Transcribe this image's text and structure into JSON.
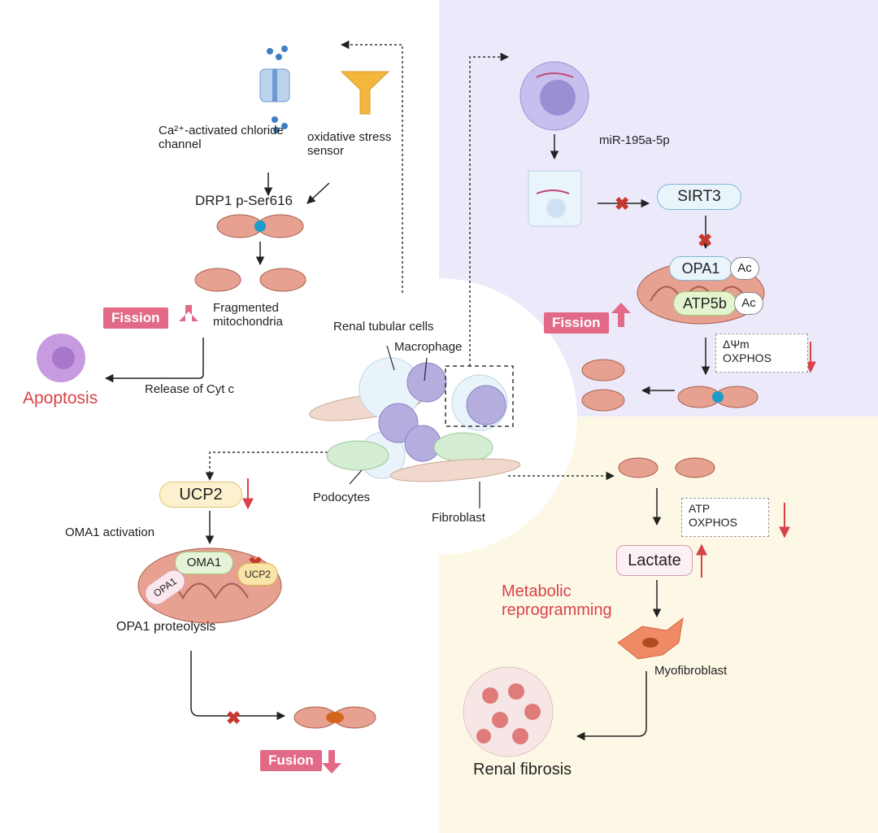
{
  "top_left": {
    "channel_label": "Ca²⁺-activated chloride channel",
    "sensor_label": "oxidative stress sensor",
    "drp1_label": "DRP1 p-Ser616",
    "fragmented_label": "Fragmented mitochondria",
    "fission_badge": "Fission",
    "release_label": "Release of Cyt c",
    "apoptosis_label": "Apoptosis"
  },
  "top_right": {
    "mir_label": "miR-195a-5p",
    "sirt3_label": "SIRT3",
    "opa1_label": "OPA1",
    "atp5b_label": "ATP5b",
    "ac_label": "Ac",
    "fission_badge": "Fission",
    "delta_psi": "ΔΨm",
    "oxphos": "OXPHOS"
  },
  "center": {
    "renal_tubular": "Renal tubular cells",
    "macrophage": "Macrophage",
    "podocytes": "Podocytes",
    "fibroblast": "Fibroblast"
  },
  "bottom_left": {
    "ucp2_label": "UCP2",
    "oma1_activation": "OMA1 activation",
    "oma1_label": "OMA1",
    "opa1_label": "OPA1",
    "ucp2_small": "UCP2",
    "proteolysis": "OPA1  proteolysis",
    "fusion_badge": "Fusion"
  },
  "bottom_right": {
    "atp": "ATP",
    "oxphos": "OXPHOS",
    "lactate": "Lactate",
    "metabolic": "Metabolic reprogramming",
    "myofibroblast": "Myofibroblast",
    "renal_fibrosis": "Renal fibrosis"
  },
  "colors": {
    "purple_bg": "#ece9fb",
    "yellow_bg": "#fdf8e6",
    "pink_badge": "#e26a87",
    "red_arrow": "#d9424a",
    "mito_fill": "#e7a190"
  }
}
